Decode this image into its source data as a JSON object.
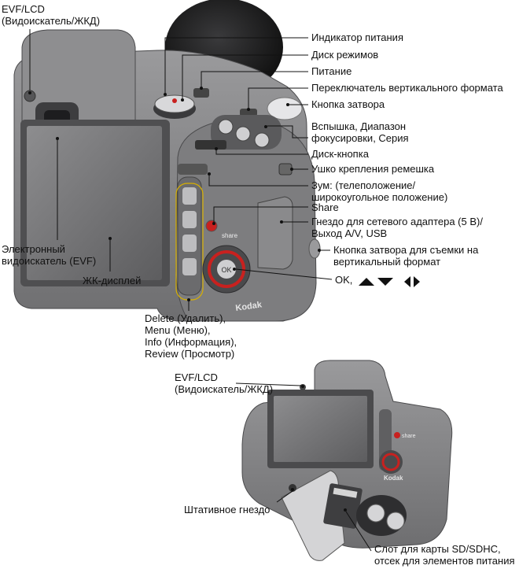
{
  "top_diagram": {
    "labels": {
      "evf_lcd_top": "EVF/LCD",
      "evf_lcd_top_sub": "(Видоискатель/ЖКД)",
      "power_indicator": "Индикатор питания",
      "mode_dial": "Диск режимов",
      "power": "Питание",
      "vertical_switch": "Переключатель вертикального формата",
      "shutter_button": "Кнопка затвора",
      "flash_line1": "Вспышка, Диапазон",
      "flash_line2": "фокусировки, Серия",
      "jog_dial": "Диск-кнопка",
      "strap_post": "Ушко крепления ремешка",
      "zoom_line1": "Зум: (телеположение/",
      "zoom_line2": "широкоугольное положение)",
      "share": "Share",
      "dc_jack_line1": "Гнездо для сетевого адаптера (5 В)/",
      "dc_jack_line2": "Выход A/V, USB",
      "vertical_shutter_line1": "Кнопка затвора для съемки на",
      "vertical_shutter_line2": "вертикальный формат",
      "ok": "OK,",
      "evf_line1": "Электронный",
      "evf_line2": "видоискатель (EVF)",
      "lcd": "ЖК-дисплей",
      "buttons_line1": "Delete (Удалить),",
      "buttons_line2": "Menu (Меню),",
      "buttons_line3": "Info (Информация),",
      "buttons_line4": "Review (Просмотр)"
    },
    "brand": "Kodak",
    "share_text": "share",
    "ok_button_text": "OK"
  },
  "bottom_diagram": {
    "labels": {
      "evf_lcd": "EVF/LCD",
      "evf_lcd_sub": "(Видоискатель/ЖКД)",
      "tripod": "Штативное гнездо",
      "slot_line1": "Слот для карты SD/SDHC,",
      "slot_line2": "отсек для элементов питания"
    },
    "brand": "Kodak",
    "share_text": "share"
  },
  "colors": {
    "body_dark": "#5a5a5c",
    "body_mid": "#8a8a8c",
    "body_light": "#b9b9bb",
    "screen": "#6f6f71",
    "accent_red": "#c8211f"
  },
  "icons": {
    "ok_arrows": [
      "triangle-up-icon",
      "triangle-down-icon",
      "triangle-left-icon",
      "triangle-right-icon"
    ]
  }
}
